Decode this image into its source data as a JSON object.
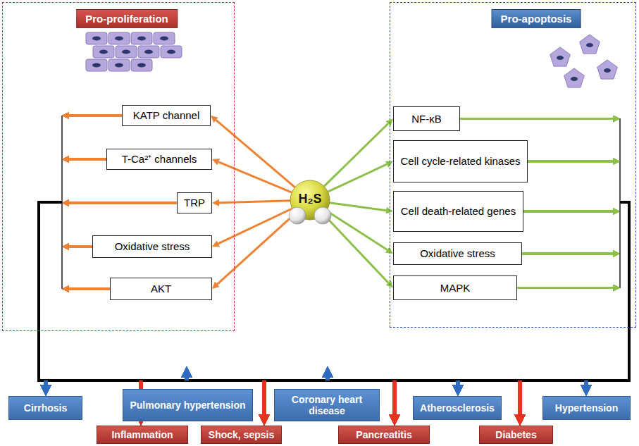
{
  "diagram": {
    "nodes": [
      {
        "text": [
          "Pro-proliferation"
        ]
      },
      {
        "text": [
          "KATP channel"
        ],
        "in": 0
      },
      {
        "text": [
          "T-Ca²⁺ channels"
        ],
        "in": 0
      },
      {
        "text": [
          "TRP"
        ],
        "in": 0
      },
      {
        "text": [
          "Oxidative stress"
        ],
        "in": 0
      },
      {
        "text": [
          "AKT"
        ],
        "in": 0
      },
      {
        "text": [
          "H₂S"
        ]
      },
      {
        "text": [
          "Pro-apoptosis"
        ]
      },
      {
        "text": [
          "NF-κB"
        ],
        "in": 7
      },
      {
        "text": [
          "Cell cycle-related kinases"
        ],
        "in": 7
      },
      {
        "text": [
          "Cell death-related genes"
        ],
        "in": 7
      },
      {
        "text": [
          "Oxidative stress"
        ],
        "in": 7
      },
      {
        "text": [
          "MAPK"
        ],
        "in": 7
      },
      {
        "text": [
          "Cirrhosis"
        ]
      },
      {
        "text": [
          "Inflammation"
        ]
      },
      {
        "text": [
          "Pulmonary hypertension"
        ]
      },
      {
        "text": [
          "Shock, sepsis"
        ]
      },
      {
        "text": [
          "Coronary heart disease"
        ]
      },
      {
        "text": [
          "Pancreatitis"
        ]
      },
      {
        "text": [
          "Atherosclerosis"
        ]
      },
      {
        "text": [
          "Diabetes"
        ]
      },
      {
        "text": [
          "Hypertension"
        ]
      }
    ],
    "edges": [
      {
        "from": 6,
        "to": 1,
        "arrow": "to"
      },
      {
        "from": 6,
        "to": 2,
        "arrow": "to"
      },
      {
        "from": 6,
        "to": 3,
        "arrow": "to"
      },
      {
        "from": 6,
        "to": 4,
        "arrow": "to"
      },
      {
        "from": 6,
        "to": 5,
        "arrow": "to"
      },
      {
        "from": 6,
        "to": 8,
        "arrow": "to"
      },
      {
        "from": 6,
        "to": 9,
        "arrow": "to"
      },
      {
        "from": 6,
        "to": 10,
        "arrow": "to"
      },
      {
        "from": 6,
        "to": 11,
        "arrow": "to"
      },
      {
        "from": 6,
        "to": 12,
        "arrow": "to"
      },
      {
        "from": 1,
        "to": 13,
        "arrow": "to"
      },
      {
        "from": 1,
        "to": 14,
        "arrow": "to"
      },
      {
        "from": 1,
        "to": 15,
        "arrow": "to"
      },
      {
        "from": 1,
        "to": 16,
        "arrow": "to"
      },
      {
        "from": 1,
        "to": 17,
        "arrow": "to"
      },
      {
        "from": 1,
        "to": 18,
        "arrow": "to"
      },
      {
        "from": 1,
        "to": 19,
        "arrow": "to"
      },
      {
        "from": 1,
        "to": 20,
        "arrow": "to"
      },
      {
        "from": 1,
        "to": 21,
        "arrow": "to"
      },
      {
        "from": 2,
        "to": 13,
        "arrow": "to"
      },
      {
        "from": 2,
        "to": 14,
        "arrow": "to"
      },
      {
        "from": 2,
        "to": 15,
        "arrow": "to"
      },
      {
        "from": 2,
        "to": 16,
        "arrow": "to"
      },
      {
        "from": 2,
        "to": 17,
        "arrow": "to"
      },
      {
        "from": 2,
        "to": 18,
        "arrow": "to"
      },
      {
        "from": 2,
        "to": 19,
        "arrow": "to"
      },
      {
        "from": 2,
        "to": 20,
        "arrow": "to"
      },
      {
        "from": 2,
        "to": 21,
        "arrow": "to"
      },
      {
        "from": 3,
        "to": 13,
        "arrow": "to"
      },
      {
        "from": 3,
        "to": 14,
        "arrow": "to"
      },
      {
        "from": 3,
        "to": 15,
        "arrow": "to"
      },
      {
        "from": 3,
        "to": 16,
        "arrow": "to"
      },
      {
        "from": 3,
        "to": 17,
        "arrow": "to"
      },
      {
        "from": 3,
        "to": 18,
        "arrow": "to"
      },
      {
        "from": 3,
        "to": 19,
        "arrow": "to"
      },
      {
        "from": 3,
        "to": 20,
        "arrow": "to"
      },
      {
        "from": 3,
        "to": 21,
        "arrow": "to"
      },
      {
        "from": 4,
        "to": 13,
        "arrow": "to"
      },
      {
        "from": 4,
        "to": 14,
        "arrow": "to"
      },
      {
        "from": 4,
        "to": 15,
        "arrow": "to"
      },
      {
        "from": 4,
        "to": 16,
        "arrow": "to"
      },
      {
        "from": 4,
        "to": 17,
        "arrow": "to"
      },
      {
        "from": 4,
        "to": 18,
        "arrow": "to"
      },
      {
        "from": 4,
        "to": 19,
        "arrow": "to"
      },
      {
        "from": 4,
        "to": 20,
        "arrow": "to"
      },
      {
        "from": 4,
        "to": 21,
        "arrow": "to"
      },
      {
        "from": 5,
        "to": 13,
        "arrow": "to"
      },
      {
        "from": 5,
        "to": 14,
        "arrow": "to"
      },
      {
        "from": 5,
        "to": 15,
        "arrow": "to"
      },
      {
        "from": 5,
        "to": 16,
        "arrow": "to"
      },
      {
        "from": 5,
        "to": 17,
        "arrow": "to"
      },
      {
        "from": 5,
        "to": 18,
        "arrow": "to"
      },
      {
        "from": 5,
        "to": 19,
        "arrow": "to"
      },
      {
        "from": 5,
        "to": 20,
        "arrow": "to"
      },
      {
        "from": 5,
        "to": 21,
        "arrow": "to"
      },
      {
        "from": 8,
        "to": 13,
        "arrow": "to"
      },
      {
        "from": 8,
        "to": 14,
        "arrow": "to"
      },
      {
        "from": 8,
        "to": 15,
        "arrow": "to"
      },
      {
        "from": 8,
        "to": 16,
        "arrow": "to"
      },
      {
        "from": 8,
        "to": 17,
        "arrow": "to"
      },
      {
        "from": 8,
        "to": 18,
        "arrow": "to"
      },
      {
        "from": 8,
        "to": 19,
        "arrow": "to"
      },
      {
        "from": 8,
        "to": 20,
        "arrow": "to"
      },
      {
        "from": 8,
        "to": 21,
        "arrow": "to"
      },
      {
        "from": 9,
        "to": 13,
        "arrow": "to"
      },
      {
        "from": 9,
        "to": 14,
        "arrow": "to"
      },
      {
        "from": 9,
        "to": 15,
        "arrow": "to"
      },
      {
        "from": 9,
        "to": 16,
        "arrow": "to"
      },
      {
        "from": 9,
        "to": 17,
        "arrow": "to"
      },
      {
        "from": 9,
        "to": 18,
        "arrow": "to"
      },
      {
        "from": 9,
        "to": 19,
        "arrow": "to"
      },
      {
        "from": 9,
        "to": 20,
        "arrow": "to"
      },
      {
        "from": 9,
        "to": 21,
        "arrow": "to"
      },
      {
        "from": 10,
        "to": 13,
        "arrow": "to"
      },
      {
        "from": 10,
        "to": 14,
        "arrow": "to"
      },
      {
        "from": 10,
        "to": 15,
        "arrow": "to"
      },
      {
        "from": 10,
        "to": 16,
        "arrow": "to"
      },
      {
        "from": 10,
        "to": 17,
        "arrow": "to"
      },
      {
        "from": 10,
        "to": 18,
        "arrow": "to"
      },
      {
        "from": 10,
        "to": 19,
        "arrow": "to"
      },
      {
        "from": 10,
        "to": 20,
        "arrow": "to"
      },
      {
        "from": 10,
        "to": 21,
        "arrow": "to"
      },
      {
        "from": 11,
        "to": 13,
        "arrow": "to"
      },
      {
        "from": 11,
        "to": 14,
        "arrow": "to"
      },
      {
        "from": 11,
        "to": 15,
        "arrow": "to"
      },
      {
        "from": 11,
        "to": 16,
        "arrow": "to"
      },
      {
        "from": 11,
        "to": 17,
        "arrow": "to"
      },
      {
        "from": 11,
        "to": 18,
        "arrow": "to"
      },
      {
        "from": 11,
        "to": 19,
        "arrow": "to"
      },
      {
        "from": 11,
        "to": 20,
        "arrow": "to"
      },
      {
        "from": 11,
        "to": 21,
        "arrow": "to"
      },
      {
        "from": 12,
        "to": 13,
        "arrow": "to"
      },
      {
        "from": 12,
        "to": 14,
        "arrow": "to"
      },
      {
        "from": 12,
        "to": 15,
        "arrow": "to"
      },
      {
        "from": 12,
        "to": 16,
        "arrow": "to"
      },
      {
        "from": 12,
        "to": 17,
        "arrow": "to"
      },
      {
        "from": 12,
        "to": 18,
        "arrow": "to"
      },
      {
        "from": 12,
        "to": 19,
        "arrow": "to"
      },
      {
        "from": 12,
        "to": 20,
        "arrow": "to"
      },
      {
        "from": 12,
        "to": 21,
        "arrow": "to"
      }
    ]
  }
}
